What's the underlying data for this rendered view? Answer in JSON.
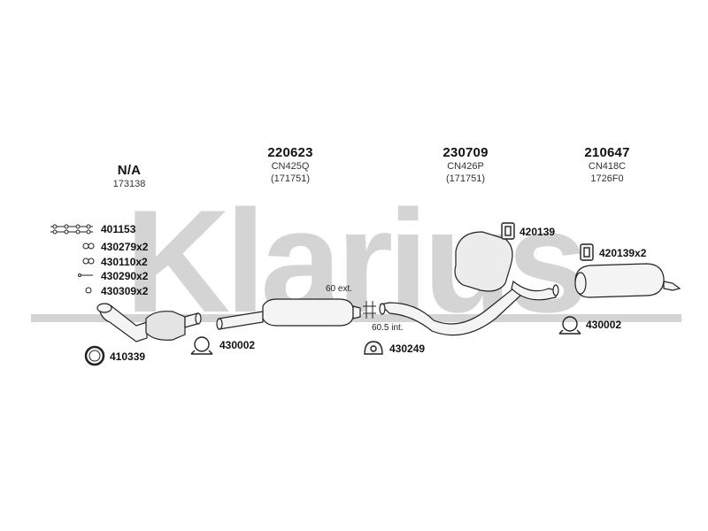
{
  "watermark": {
    "text": "Klarius",
    "color": "#d4d4d4"
  },
  "columns": [
    {
      "code": "N/A",
      "lines": [
        "173138"
      ]
    },
    {
      "code": "220623",
      "lines": [
        "CN425Q",
        "(171751)"
      ]
    },
    {
      "code": "230709",
      "lines": [
        "CN426P",
        "(171751)"
      ]
    },
    {
      "code": "210647",
      "lines": [
        "CN418C",
        "1726F0"
      ]
    }
  ],
  "accessories": [
    {
      "part": "401153"
    },
    {
      "part": "430279x2"
    },
    {
      "part": "430110x2"
    },
    {
      "part": "430290x2"
    },
    {
      "part": "430309x2"
    }
  ],
  "parts": {
    "ring_left": "410339",
    "clamp_1": "430002",
    "clamp_2": "430249",
    "hanger_1": "420139",
    "hanger_2": "420139x2",
    "clamp_3": "430002"
  },
  "notes": {
    "ext": "60 ext.",
    "int": "60.5 int."
  },
  "colors": {
    "line": "#222222",
    "fill": "#f4f4f4",
    "shade": "#cfcfcf"
  }
}
